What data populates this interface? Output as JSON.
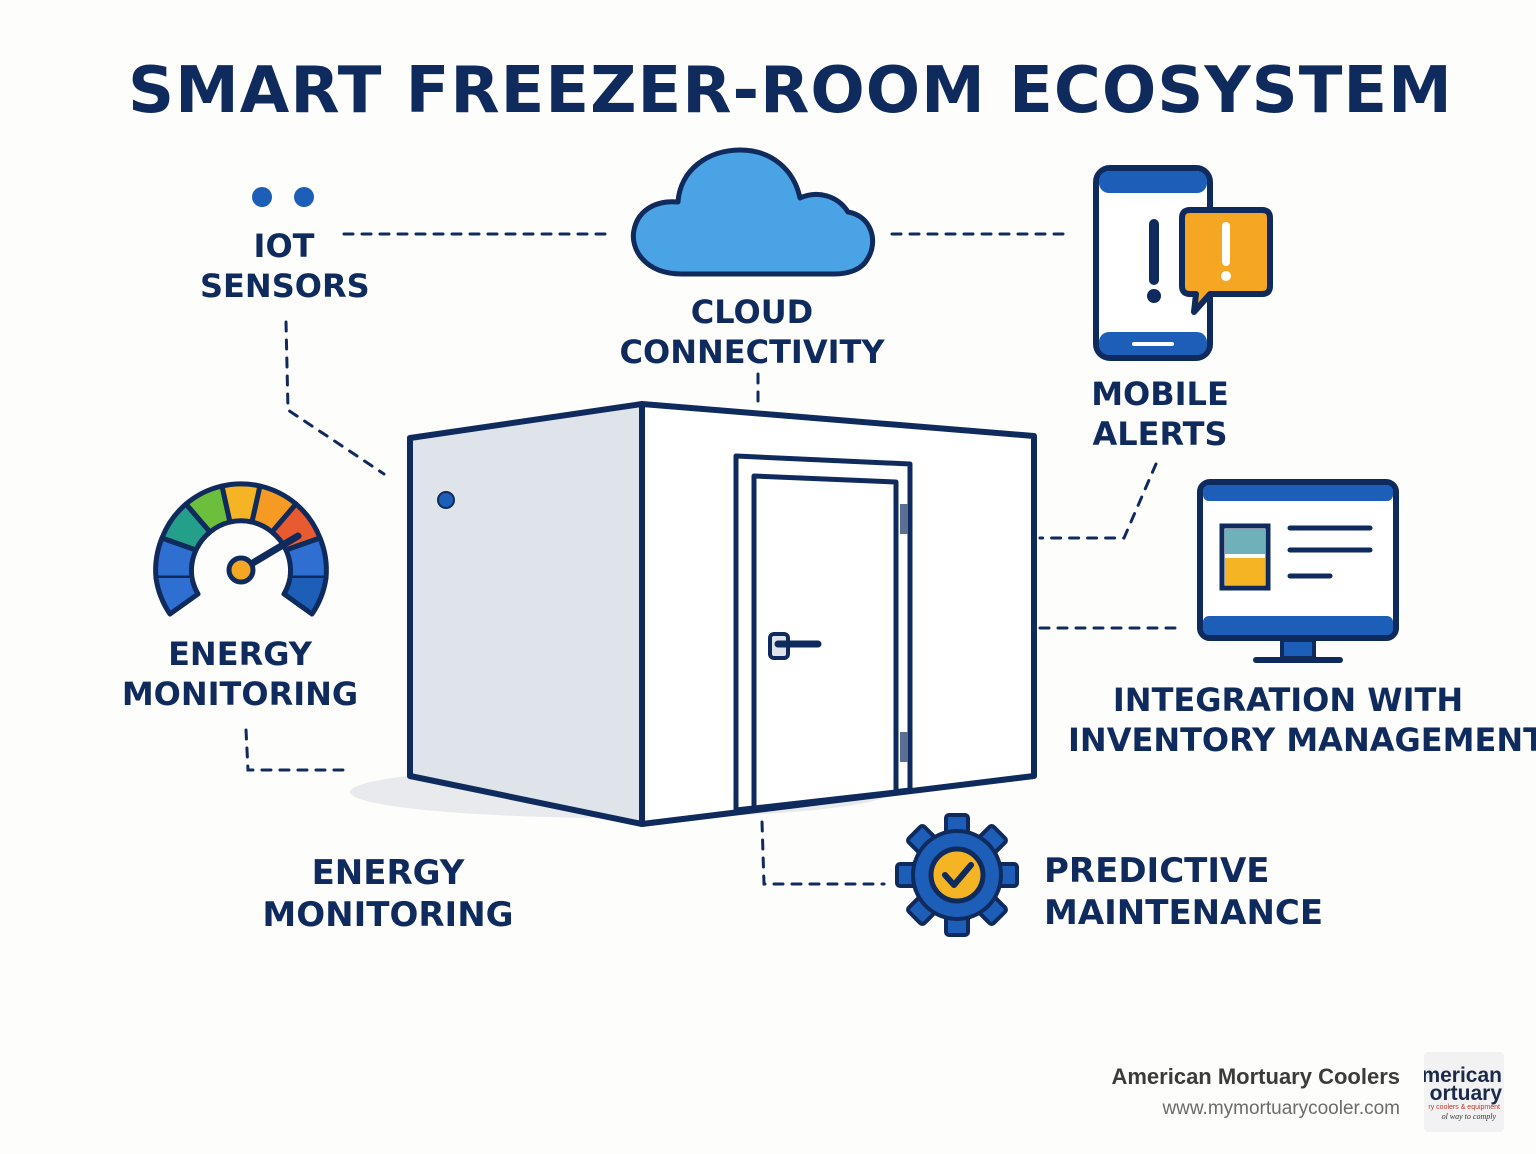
{
  "title": "SMART FREEZER-ROOM ECOSYSTEM",
  "nodes": {
    "iot_sensors": {
      "line1": "IOT",
      "line2": "SENSORS",
      "icon": "sensor-dots-icon"
    },
    "cloud": {
      "line1": "CLOUD",
      "line2": "CONNECTIVITY",
      "icon": "cloud-icon"
    },
    "mobile_alerts": {
      "line1": "MOBILE",
      "line2": "ALERTS",
      "icon": "phone-alert-icon"
    },
    "energy_monitoring_gauge": {
      "line1": "ENERGY",
      "line2": "MONITORING",
      "icon": "gauge-icon"
    },
    "inventory": {
      "line1": "INTEGRATION WITH",
      "line2": "INVENTORY MANAGEMENT",
      "icon": "monitor-icon"
    },
    "energy_monitoring_bottom": {
      "line1": "ENERGY",
      "line2": "MONITORING"
    },
    "predictive_maintenance": {
      "line1": "PREDICTIVE",
      "line2": "MAINTENANCE",
      "icon": "gear-check-icon"
    }
  },
  "center": {
    "icon": "freezer-room-icon"
  },
  "footer": {
    "brand": "American Mortuary Coolers",
    "url": "www.mymortuarycooler.com",
    "logo": {
      "line1": "merican",
      "line2": "ortuary",
      "line3": "ry coolers & equipment",
      "line4": "ol way to comply"
    }
  },
  "colors": {
    "navy": "#0f2a5c",
    "cloud_blue": "#4aa3e4",
    "alert_yellow": "#f5a623",
    "dot_blue": "#1d5fb8"
  }
}
